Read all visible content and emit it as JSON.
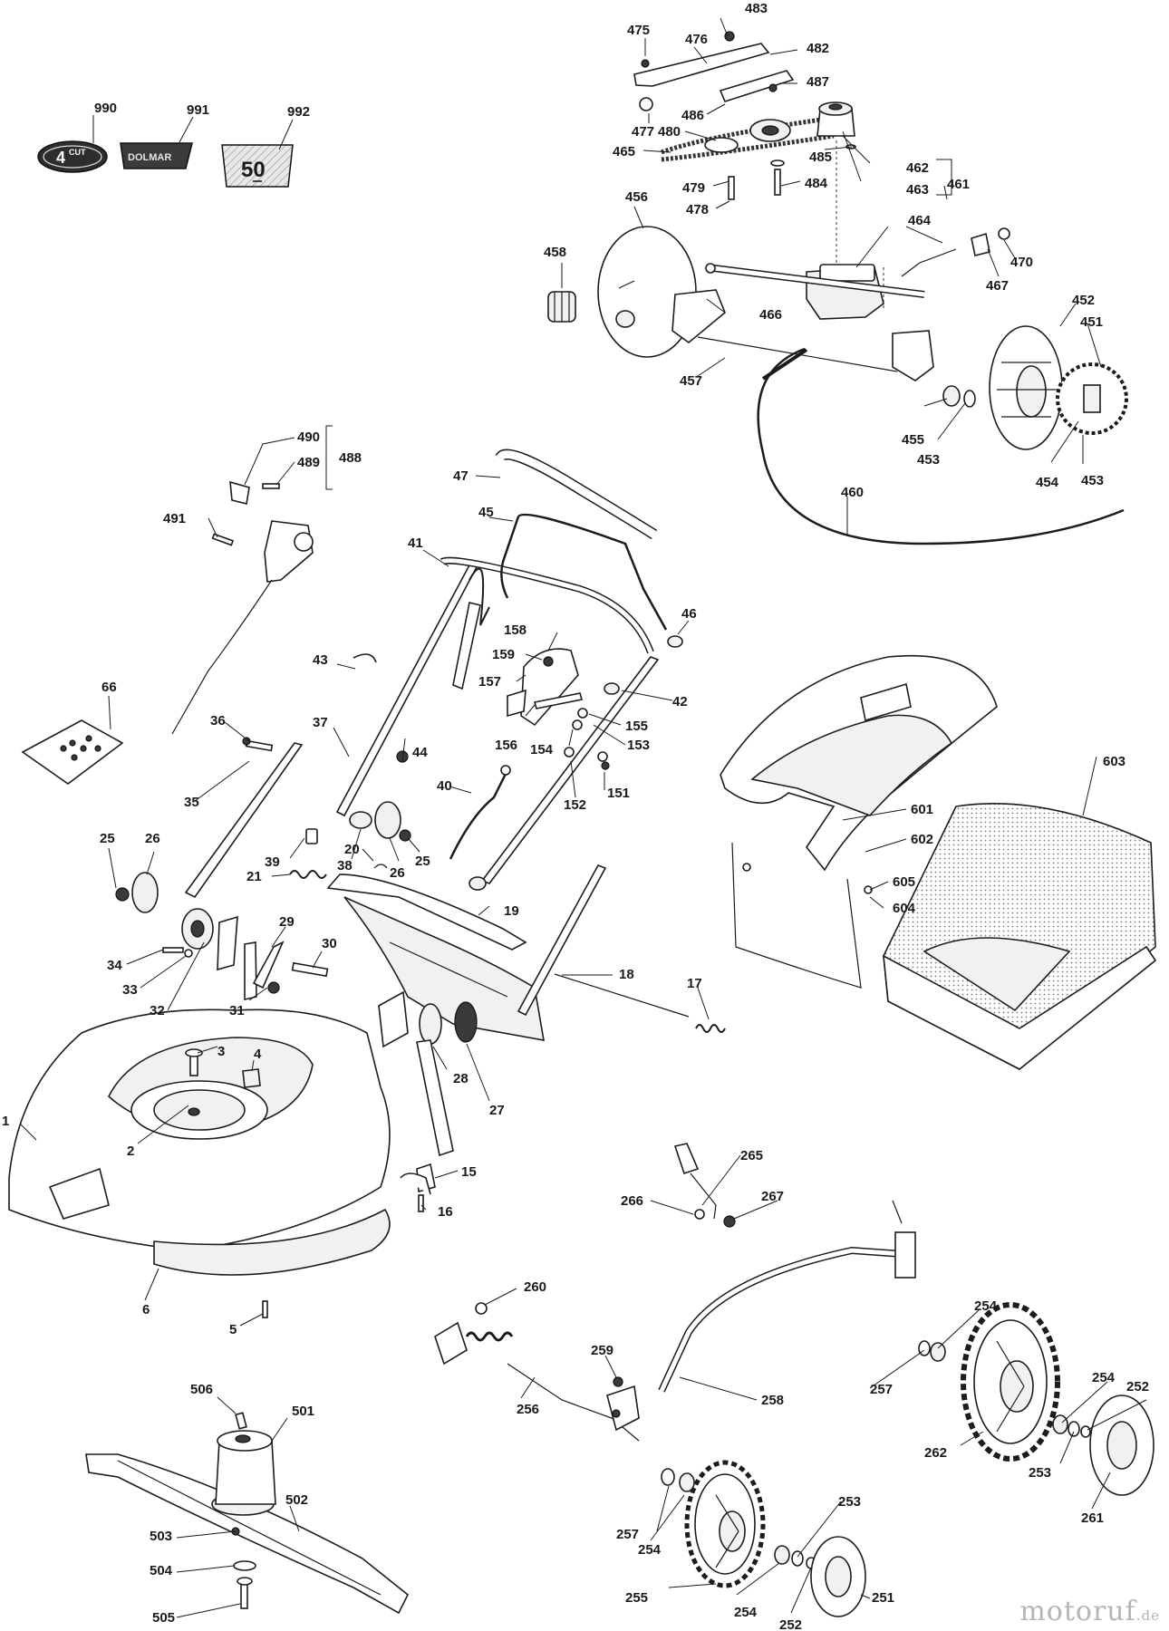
{
  "labels": {
    "l990": "990",
    "l991": "991",
    "l992": "992",
    "l475": "475",
    "l476": "476",
    "l483": "483",
    "l482": "482",
    "l487": "487",
    "l486": "486",
    "l477": "477",
    "l480": "480",
    "l465": "465",
    "l485": "485",
    "l479": "479",
    "l478": "478",
    "l484": "484",
    "l462": "462",
    "l463": "463",
    "l461": "461",
    "l464": "464",
    "l467": "467",
    "l470": "470",
    "l456": "456",
    "l458": "458",
    "l466": "466",
    "l457": "457",
    "l452": "452",
    "l451": "451",
    "l455": "455",
    "l453a": "453",
    "l453b": "453",
    "l454": "454",
    "l460": "460",
    "l490": "490",
    "l489": "489",
    "l488": "488",
    "l491": "491",
    "l66": "66",
    "l36": "36",
    "l35": "35",
    "l25a": "25",
    "l26a": "26",
    "l34": "34",
    "l33": "33",
    "l32": "32",
    "l31": "31",
    "l29": "29",
    "l30": "30",
    "l21": "21",
    "l20": "20",
    "l39": "39",
    "l38": "38",
    "l26b": "26",
    "l25b": "25",
    "l37": "37",
    "l43": "43",
    "l44": "44",
    "l40": "40",
    "l41": "41",
    "l45": "45",
    "l47": "47",
    "l46": "46",
    "l42": "42",
    "l158": "158",
    "l159": "159",
    "l157": "157",
    "l156": "156",
    "l155": "155",
    "l154": "154",
    "l153": "153",
    "l152": "152",
    "l151": "151",
    "l19": "19",
    "l18": "18",
    "l17": "17",
    "l28": "28",
    "l27": "27",
    "l1": "1",
    "l2": "2",
    "l3": "3",
    "l4": "4",
    "l15": "15",
    "l16": "16",
    "l6": "6",
    "l5": "5",
    "l601": "601",
    "l602": "602",
    "l603": "603",
    "l605": "605",
    "l604": "604",
    "l265": "265",
    "l266": "266",
    "l267": "267",
    "l260": "260",
    "l259": "259",
    "l256": "256",
    "l258": "258",
    "l257a": "257",
    "l254a": "254",
    "l255": "255",
    "l254b": "254",
    "l252a": "252",
    "l253a": "253",
    "l251": "251",
    "l254c": "254",
    "l257b": "257",
    "l262": "262",
    "l254d": "254",
    "l252b": "252",
    "l253b": "253",
    "l261": "261",
    "l506": "506",
    "l501": "501",
    "l502": "502",
    "l503": "503",
    "l504": "504",
    "l505": "505"
  },
  "badges": {
    "cut_number": "4",
    "cut_word": "CUT",
    "brand": "DOLMAR",
    "size": "50"
  },
  "watermark": {
    "name": "motoruf",
    "tld": ".de"
  }
}
